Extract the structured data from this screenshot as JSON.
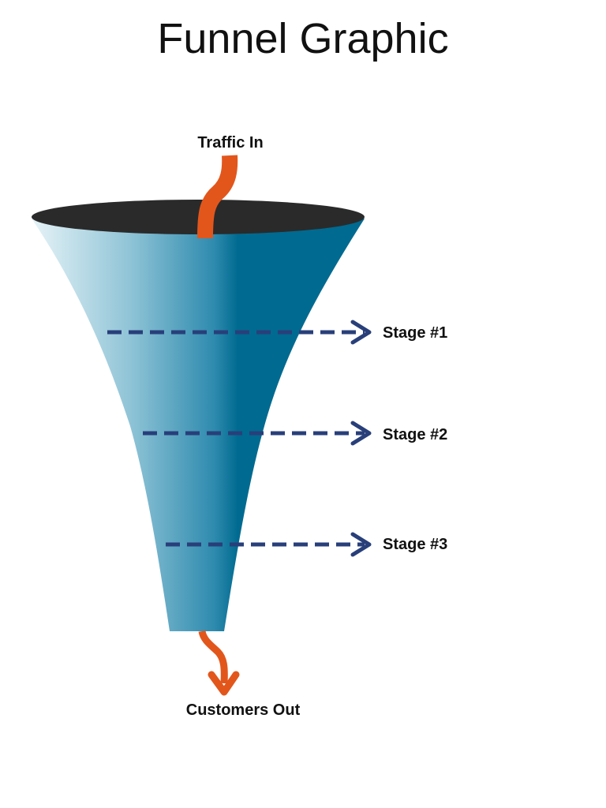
{
  "title": "Funnel Graphic",
  "labels": {
    "traffic_in": "Traffic In",
    "customers_out": "Customers Out"
  },
  "stages": [
    {
      "label": "Stage #1"
    },
    {
      "label": "Stage #2"
    },
    {
      "label": "Stage #3"
    }
  ],
  "colors": {
    "funnel_dark": "#006a90",
    "funnel_light": "#e4f2f6",
    "funnel_top": "#2a2a2a",
    "stream": "#e2561c",
    "stage_arrow": "#283f7a"
  }
}
